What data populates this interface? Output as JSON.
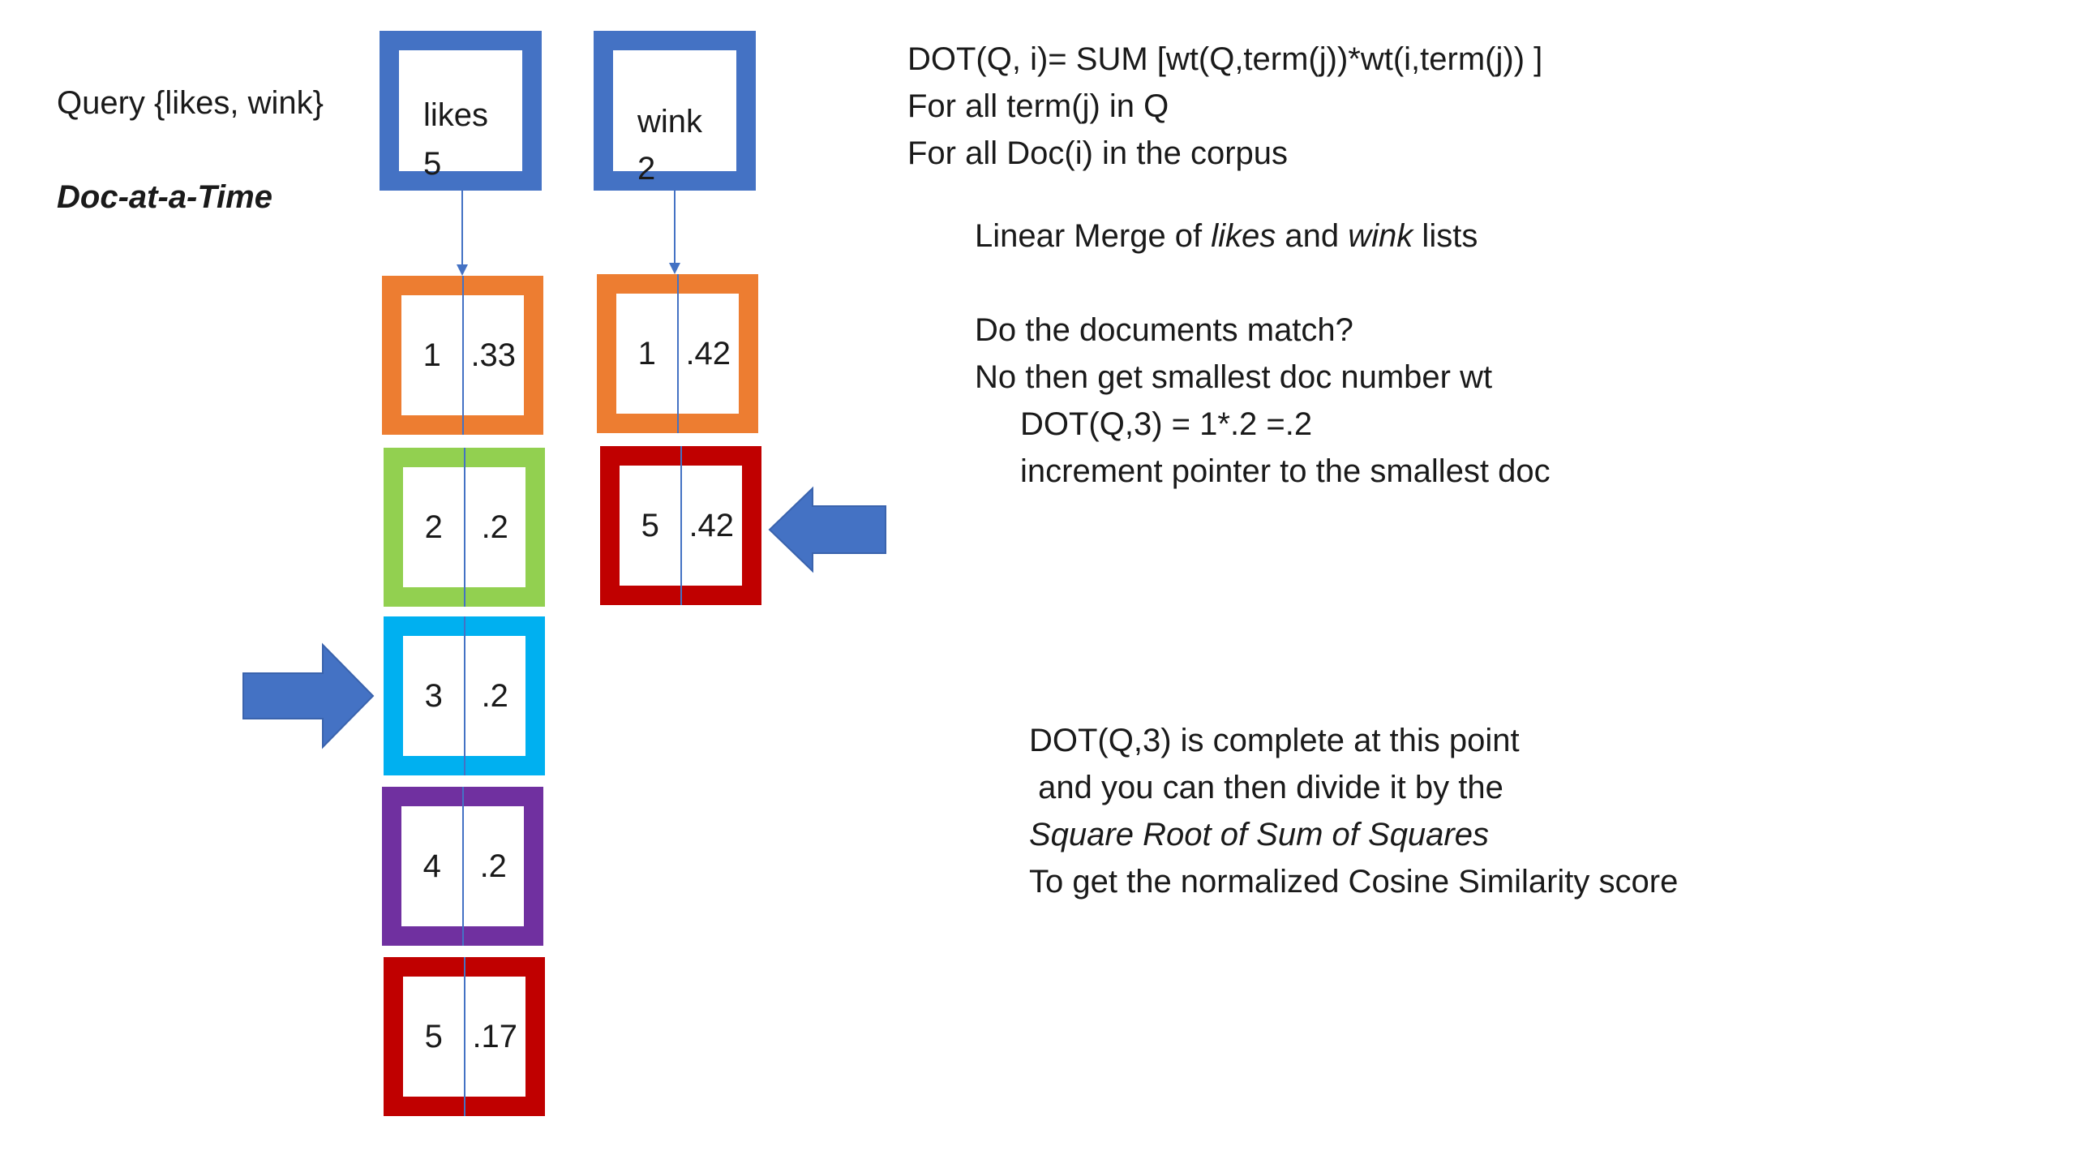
{
  "query_label": "Query {likes, wink}",
  "doc_at_a_time": "Doc-at-a-Time",
  "heads": {
    "likes": {
      "term": "likes",
      "df": "5"
    },
    "wink": {
      "term": "wink",
      "df": "2"
    }
  },
  "likes_postings": [
    {
      "doc": "1",
      "wt": ".33",
      "color": "#ed7d31"
    },
    {
      "doc": "2",
      "wt": ".2",
      "color": "#92d050"
    },
    {
      "doc": "3",
      "wt": ".2",
      "color": "#00b0f0"
    },
    {
      "doc": "4",
      "wt": ".2",
      "color": "#7030a0"
    },
    {
      "doc": "5",
      "wt": ".17",
      "color": "#c00000"
    }
  ],
  "wink_postings": [
    {
      "doc": "1",
      "wt": ".42",
      "color": "#ed7d31"
    },
    {
      "doc": "5",
      "wt": ".42",
      "color": "#c00000"
    }
  ],
  "formula": {
    "line1": "DOT(Q, i)= SUM [wt(Q,term(j))*wt(i,term(j)) ]",
    "line2": "For all term(j) in Q",
    "line3": "For all Doc(i) in the corpus"
  },
  "merge": {
    "prefix": "Linear Merge of ",
    "term1": "likes",
    "middle": " and ",
    "term2": "wink",
    "suffix": " lists"
  },
  "match": {
    "line1": "Do the documents match?",
    "line2": "No then get smallest doc number wt",
    "line3": "DOT(Q,3) = 1*.2 =.2",
    "line4": "increment pointer to the smallest doc"
  },
  "complete": {
    "line1": "DOT(Q,3) is complete at this point",
    "line2": " and you can then divide it by the",
    "line3": "Square Root of Sum of Squares",
    "line4": "To get the normalized Cosine Similarity score"
  },
  "colors": {
    "head_border": "#4472c4",
    "pointer_arrow": "#4472c4",
    "link_line": "#4472c4"
  }
}
